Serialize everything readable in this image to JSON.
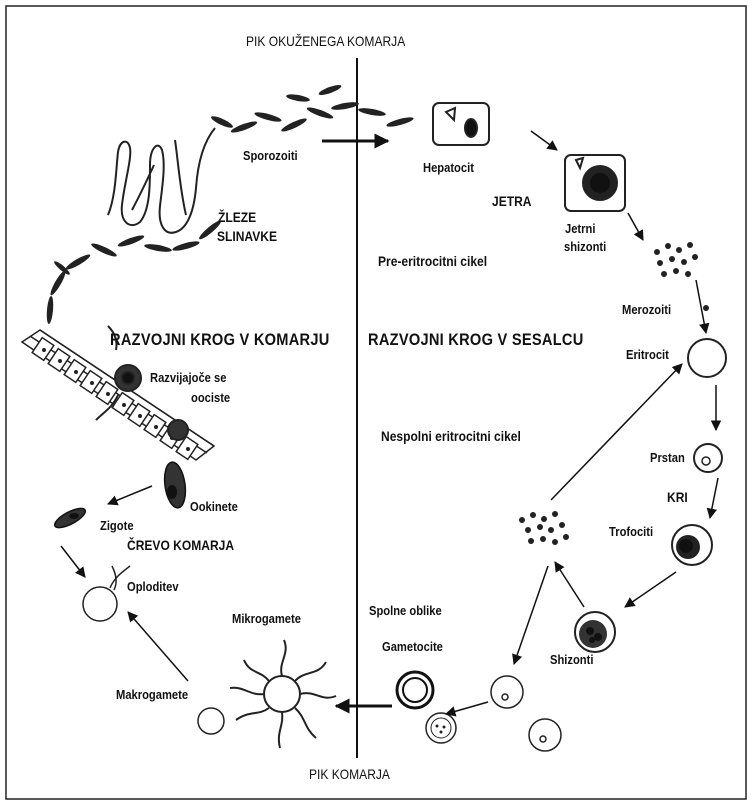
{
  "title_top": "PIK OKUŽENEGA KOMARJA",
  "title_bottom": "PIK KOMARJA",
  "sections": {
    "mosquito": "RAZVOJNI KROG V KOMARJU",
    "mammal": "RAZVOJNI KROG V SESALCU"
  },
  "cycles": {
    "pre_erythrocytic": "Pre-eritrocitni cikel",
    "asexual": "Nespolni eritrocitni cikel"
  },
  "organs": {
    "salivary_glands_line1": "ŽLEZE",
    "salivary_glands_line2": "SLINAVKE",
    "liver": "JETRA",
    "blood": "KRI",
    "gut": "ČREVO KOMARJA"
  },
  "stages": {
    "sporozoites": "Sporozoiti",
    "hepatocyte": "Hepatocit",
    "liver_schizonts_line1": "Jetrni",
    "liver_schizonts_line2": "shizonti",
    "merozoites": "Merozoiti",
    "erythrocyte": "Eritrocit",
    "ring": "Prstan",
    "trophozoites": "Trofociti",
    "schizonts": "Shizonti",
    "sexual_forms": "Spolne oblike",
    "gametocytes": "Gametocite",
    "microgametes": "Mikrogamete",
    "macrogamete": "Makrogamete",
    "fertilization": "Oploditev",
    "zygote": "Zigote",
    "ookinete": "Ookinete",
    "oocysts_line1": "Razvijajoče se",
    "oocysts_line2": "oociste"
  }
}
